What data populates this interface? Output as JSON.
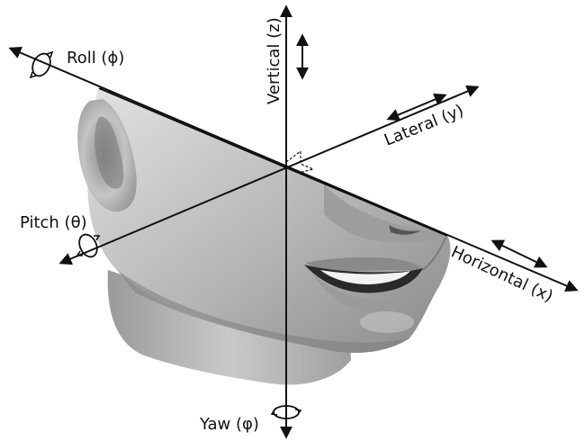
{
  "axes": {
    "vertical": {
      "label": "Vertical (z)"
    },
    "lateral": {
      "label": "Lateral (y)"
    },
    "horizontal": {
      "label": "Horizontal (x)"
    }
  },
  "rotations": {
    "roll": {
      "label": "Roll (ϕ)"
    },
    "pitch": {
      "label": "Pitch (θ)"
    },
    "yaw": {
      "label": "Yaw (φ)"
    }
  },
  "colors": {
    "line": "#111111",
    "skin_light": "#d7d7d7",
    "skin_mid": "#a8a8a8",
    "skin_dark": "#6a6a6a"
  }
}
